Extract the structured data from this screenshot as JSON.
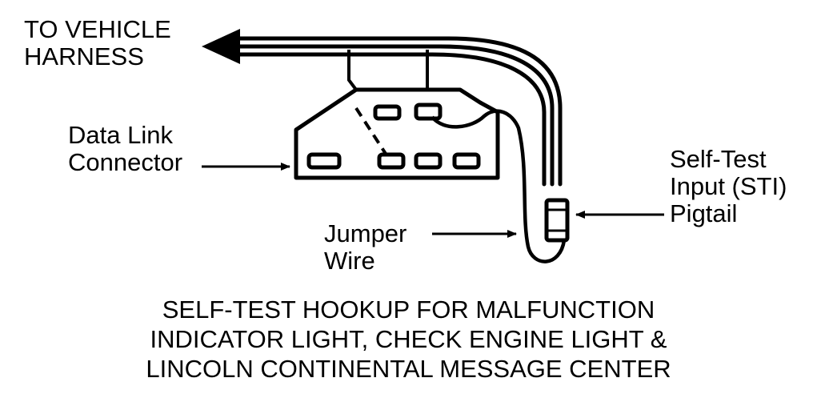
{
  "labels": {
    "harness": [
      "TO VEHICLE",
      "HARNESS"
    ],
    "data_link_connector": [
      "Data Link",
      "Connector"
    ],
    "sti_pigtail": [
      "Self-Test",
      "Input (STI)",
      "Pigtail"
    ],
    "jumper_wire": [
      "Jumper",
      "Wire"
    ]
  },
  "caption": [
    "SELF-TEST HOOKUP FOR MALFUNCTION",
    "INDICATOR LIGHT, CHECK ENGINE LIGHT &",
    "LINCOLN CONTINENTAL MESSAGE CENTER"
  ],
  "colors": {
    "line": "#000000",
    "background": "#ffffff"
  }
}
